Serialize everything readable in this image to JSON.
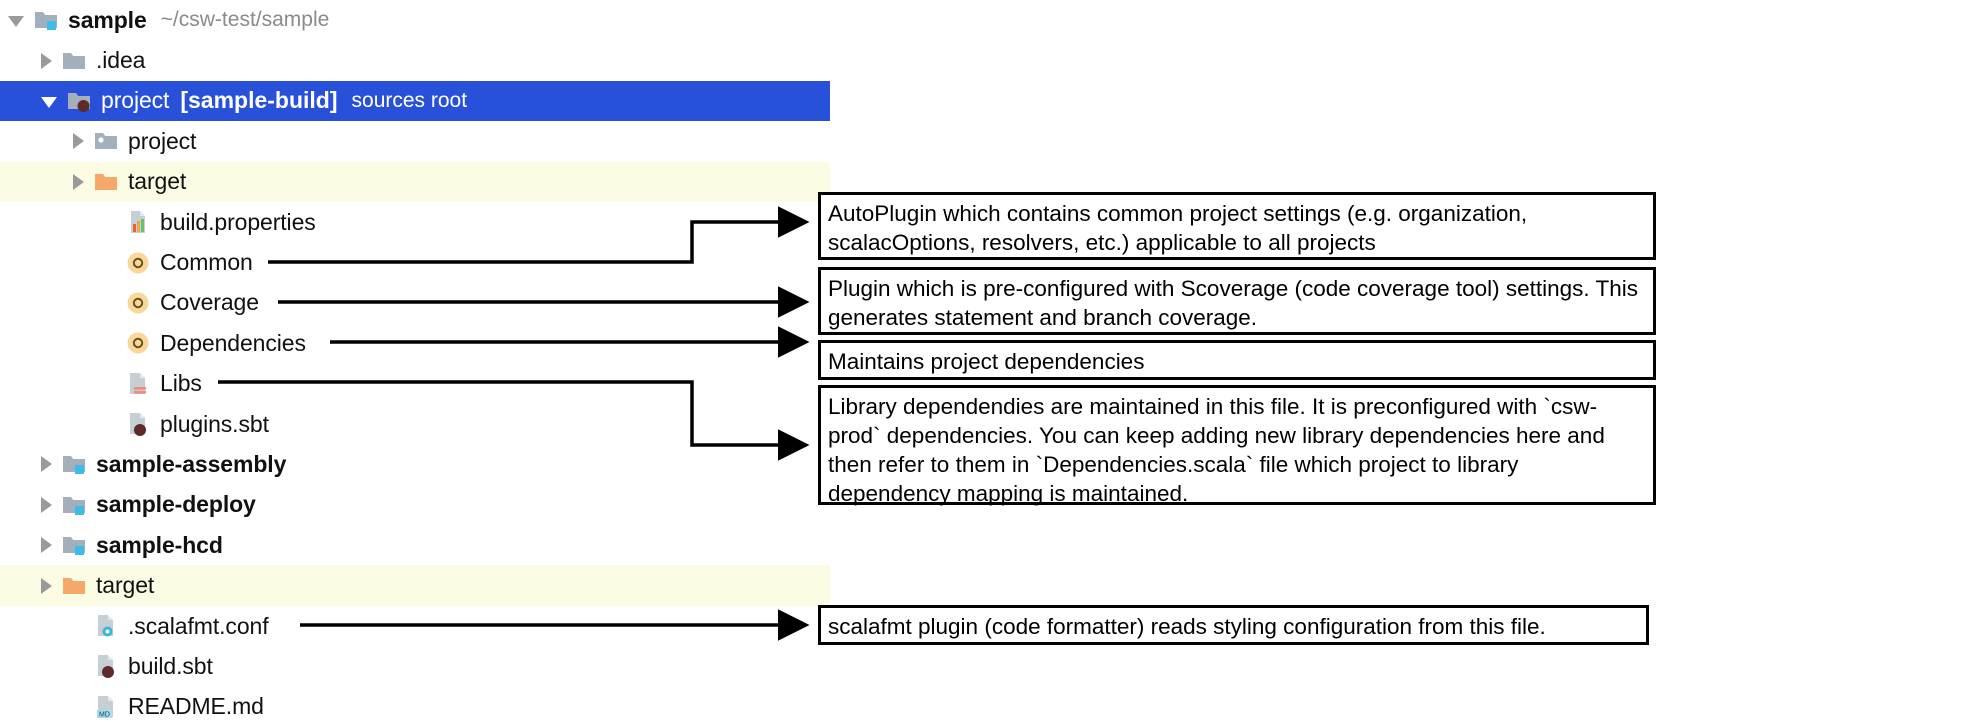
{
  "window": {
    "type": "project-file-tree-with-annotations"
  },
  "colors": {
    "selection": "#2850d8",
    "highlight_row": "#fcfbe4",
    "folder_grey": "#a3b0bb",
    "folder_orange": "#f5a86a",
    "module_badge": "#3fbbe8",
    "sbt_badge": "#5f2a2a",
    "scala_object": "#f7d79a",
    "text": "#111111",
    "muted_text": "#8a8a8a",
    "callout_border": "#000000"
  },
  "tree": {
    "items": [
      {
        "id": "sample",
        "label": "sample",
        "bold": true,
        "path": "~/csw-test/sample",
        "tag": "",
        "indent": 0,
        "toggle": "down",
        "icon": "module-folder-icon",
        "state": "normal"
      },
      {
        "id": "idea",
        "label": ".idea",
        "bold": false,
        "path": "",
        "tag": "",
        "indent": 1,
        "toggle": "right",
        "icon": "folder-icon",
        "state": "normal"
      },
      {
        "id": "project",
        "label": "project",
        "bold": false,
        "path": "",
        "tag": "[sample-build]",
        "tag2": "sources root",
        "indent": 1,
        "toggle": "down",
        "icon": "sbt-folder-icon",
        "state": "selected"
      },
      {
        "id": "project-inner",
        "label": "project",
        "bold": false,
        "path": "",
        "tag": "",
        "indent": 2,
        "toggle": "right",
        "icon": "generated-folder-icon",
        "state": "normal"
      },
      {
        "id": "target-inner",
        "label": "target",
        "bold": false,
        "path": "",
        "tag": "",
        "indent": 2,
        "toggle": "right",
        "icon": "excluded-folder-icon",
        "state": "highlighted"
      },
      {
        "id": "build-properties",
        "label": "build.properties",
        "bold": false,
        "path": "",
        "tag": "",
        "indent": 3,
        "toggle": "none",
        "icon": "properties-file-icon",
        "state": "normal"
      },
      {
        "id": "common",
        "label": "Common",
        "bold": false,
        "path": "",
        "tag": "",
        "indent": 3,
        "toggle": "none",
        "icon": "scala-object-icon",
        "state": "normal"
      },
      {
        "id": "coverage",
        "label": "Coverage",
        "bold": false,
        "path": "",
        "tag": "",
        "indent": 3,
        "toggle": "none",
        "icon": "scala-object-icon",
        "state": "normal"
      },
      {
        "id": "dependencies",
        "label": "Dependencies",
        "bold": false,
        "path": "",
        "tag": "",
        "indent": 3,
        "toggle": "none",
        "icon": "scala-object-icon",
        "state": "normal"
      },
      {
        "id": "libs",
        "label": "Libs",
        "bold": false,
        "path": "",
        "tag": "",
        "indent": 3,
        "toggle": "none",
        "icon": "scala-file-icon",
        "state": "normal"
      },
      {
        "id": "plugins-sbt",
        "label": "plugins.sbt",
        "bold": false,
        "path": "",
        "tag": "",
        "indent": 3,
        "toggle": "none",
        "icon": "sbt-file-icon",
        "state": "normal"
      },
      {
        "id": "sample-assembly",
        "label": "sample-assembly",
        "bold": true,
        "path": "",
        "tag": "",
        "indent": 1,
        "toggle": "right",
        "icon": "module-folder-icon",
        "state": "normal"
      },
      {
        "id": "sample-deploy",
        "label": "sample-deploy",
        "bold": true,
        "path": "",
        "tag": "",
        "indent": 1,
        "toggle": "right",
        "icon": "module-folder-icon",
        "state": "normal"
      },
      {
        "id": "sample-hcd",
        "label": "sample-hcd",
        "bold": true,
        "path": "",
        "tag": "",
        "indent": 1,
        "toggle": "right",
        "icon": "module-folder-icon",
        "state": "normal"
      },
      {
        "id": "target-root",
        "label": "target",
        "bold": false,
        "path": "",
        "tag": "",
        "indent": 1,
        "toggle": "right",
        "icon": "excluded-folder-icon",
        "state": "highlighted"
      },
      {
        "id": "scalafmt-conf",
        "label": ".scalafmt.conf",
        "bold": false,
        "path": "",
        "tag": "",
        "indent": 2,
        "toggle": "none",
        "icon": "config-file-icon",
        "state": "normal"
      },
      {
        "id": "build-sbt",
        "label": "build.sbt",
        "bold": false,
        "path": "",
        "tag": "",
        "indent": 2,
        "toggle": "none",
        "icon": "sbt-file-icon",
        "state": "normal"
      },
      {
        "id": "readme-md",
        "label": "README.md",
        "bold": false,
        "path": "",
        "tag": "",
        "indent": 2,
        "toggle": "none",
        "icon": "markdown-file-icon",
        "state": "normal"
      }
    ]
  },
  "callouts": [
    {
      "id": "common-callout",
      "target": "Common",
      "text": "AutoPlugin which contains common project settings (e.g. organization, scalacOptions, resolvers, etc.) applicable to all projects"
    },
    {
      "id": "coverage-callout",
      "target": "Coverage",
      "text": "Plugin which is pre-configured with Scoverage (code coverage tool) settings. This generates statement and branch coverage."
    },
    {
      "id": "dependencies-callout",
      "target": "Dependencies",
      "text": "Maintains project dependencies"
    },
    {
      "id": "libs-callout",
      "target": "Libs",
      "text": "Library dependendies are maintained in this file.  It is preconfigured with `csw-prod` dependencies.  You can keep adding new library dependencies here and then refer to them in `Dependencies.scala` file which project to library dependency mapping is maintained."
    },
    {
      "id": "scalafmt-callout",
      "target": ".scalafmt.conf",
      "text": "scalafmt plugin (code formatter) reads styling configuration from this file."
    }
  ]
}
